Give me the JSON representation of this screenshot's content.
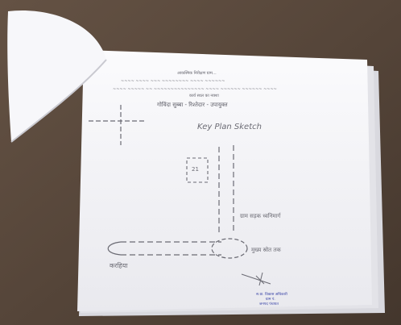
{
  "scene": {
    "description_type": "photo of handwritten site-plan sketch on paper stack",
    "colors": {
      "desk": "#5a4a3d",
      "desk_dark": "#3e3128",
      "paper": "#f4f4f6",
      "paper_shadow": "#cfcfd6",
      "ink_pencil": "#6b6b74",
      "stamp_ink": "#3c46a8"
    }
  },
  "sketch": {
    "header_line_1": "आकस्मिक निरीक्षण ग्राम...",
    "header_line_2": "कार्य स्थल का नक्शा",
    "subtitle": "गोविंदा सुब्बा - रिश्तेदार - उपायुक्त",
    "plan_title": "Key Plan Sketch",
    "label_right_road": "ग्राम सड़क ध्वनिमार्ग",
    "label_bottom_right": "मुख्य स्रोत तक",
    "label_bottom_left": "करहिया",
    "box_label": "21",
    "stamp_line_1": "स.ग्रा. विकास अधिकारी",
    "stamp_line_2": "ग्राम पं.",
    "stamp_line_3": "जनपद पंचायत"
  }
}
